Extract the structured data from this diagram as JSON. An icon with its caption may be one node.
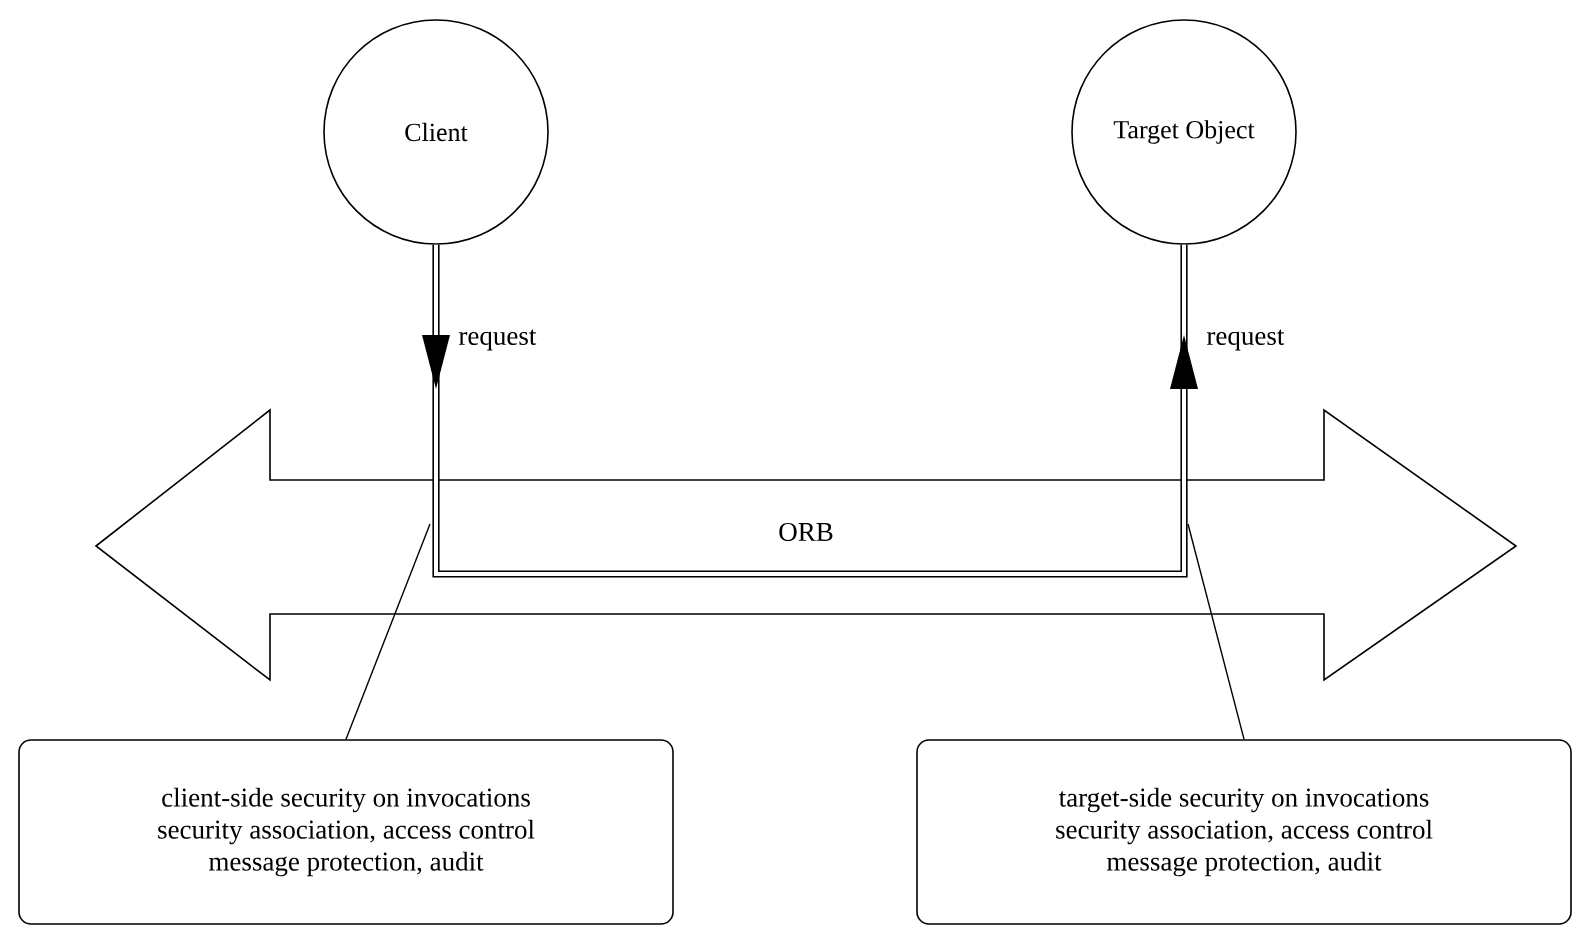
{
  "diagram": {
    "nodes": [
      {
        "text": [
          "Client"
        ]
      },
      {
        "text": [
          "Target Object"
        ]
      },
      {
        "text": [
          "ORB"
        ]
      },
      {
        "text": [
          "client-side security on invocations",
          "security association, access control",
          "message protection, audit"
        ]
      },
      {
        "text": [
          "target-side security on invocations",
          "security association, access control",
          "message protection, audit"
        ]
      }
    ],
    "edges": [
      {
        "from": 0,
        "to": 2,
        "arrow": "to",
        "label": "request",
        "style": "thick"
      },
      {
        "from": 2,
        "to": 1,
        "arrow": "to",
        "label": "request",
        "style": "thick"
      },
      {
        "from": 3,
        "to": 2,
        "arrow": "none"
      },
      {
        "from": 4,
        "to": 2,
        "arrow": "none"
      }
    ]
  }
}
